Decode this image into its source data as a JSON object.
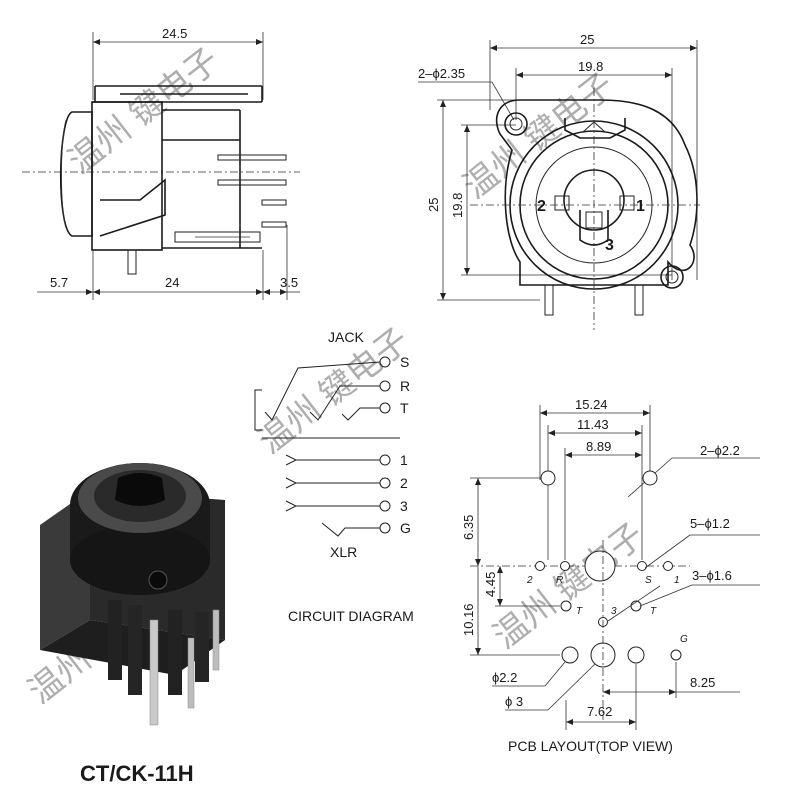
{
  "side_view": {
    "dims": {
      "top": "24.5",
      "left": "5.7",
      "bottom": "24",
      "right": "3.5"
    }
  },
  "front_view": {
    "dims": {
      "width_outer": "25",
      "width_inner": "19.8",
      "height_outer": "25",
      "height_inner": "19.8",
      "hole": "2–ϕ2.35"
    },
    "pin_labels": [
      "2",
      "1",
      "3"
    ]
  },
  "circuit": {
    "jack_label": "JACK",
    "jack_pins": [
      "S",
      "R",
      "T"
    ],
    "xlr_pins": [
      "1",
      "2",
      "3",
      "G"
    ],
    "xlr_label": "XLR",
    "caption": "CIRCUIT DIAGRAM"
  },
  "pcb": {
    "dims": {
      "w1": "15.24",
      "w2": "11.43",
      "w3": "8.89",
      "h1": "6.35",
      "h2": "4.45",
      "h3": "10.16",
      "d_bottom": "7.62",
      "d_right": "8.25"
    },
    "holes": {
      "large": "2–ϕ2.2",
      "small": "5–ϕ1.2",
      "medium": "3–ϕ1.6",
      "d22": "ϕ2.2",
      "d3": "ϕ 3"
    },
    "pin_labels": {
      "two": "2",
      "r": "R",
      "s": "S",
      "one": "1",
      "t_left": "T",
      "three": "3",
      "t_right": "T",
      "g": "G"
    },
    "caption": "PCB LAYOUT(TOP VIEW)"
  },
  "product": {
    "model": "CT/CK-11H"
  },
  "watermark": "温州    键电子"
}
